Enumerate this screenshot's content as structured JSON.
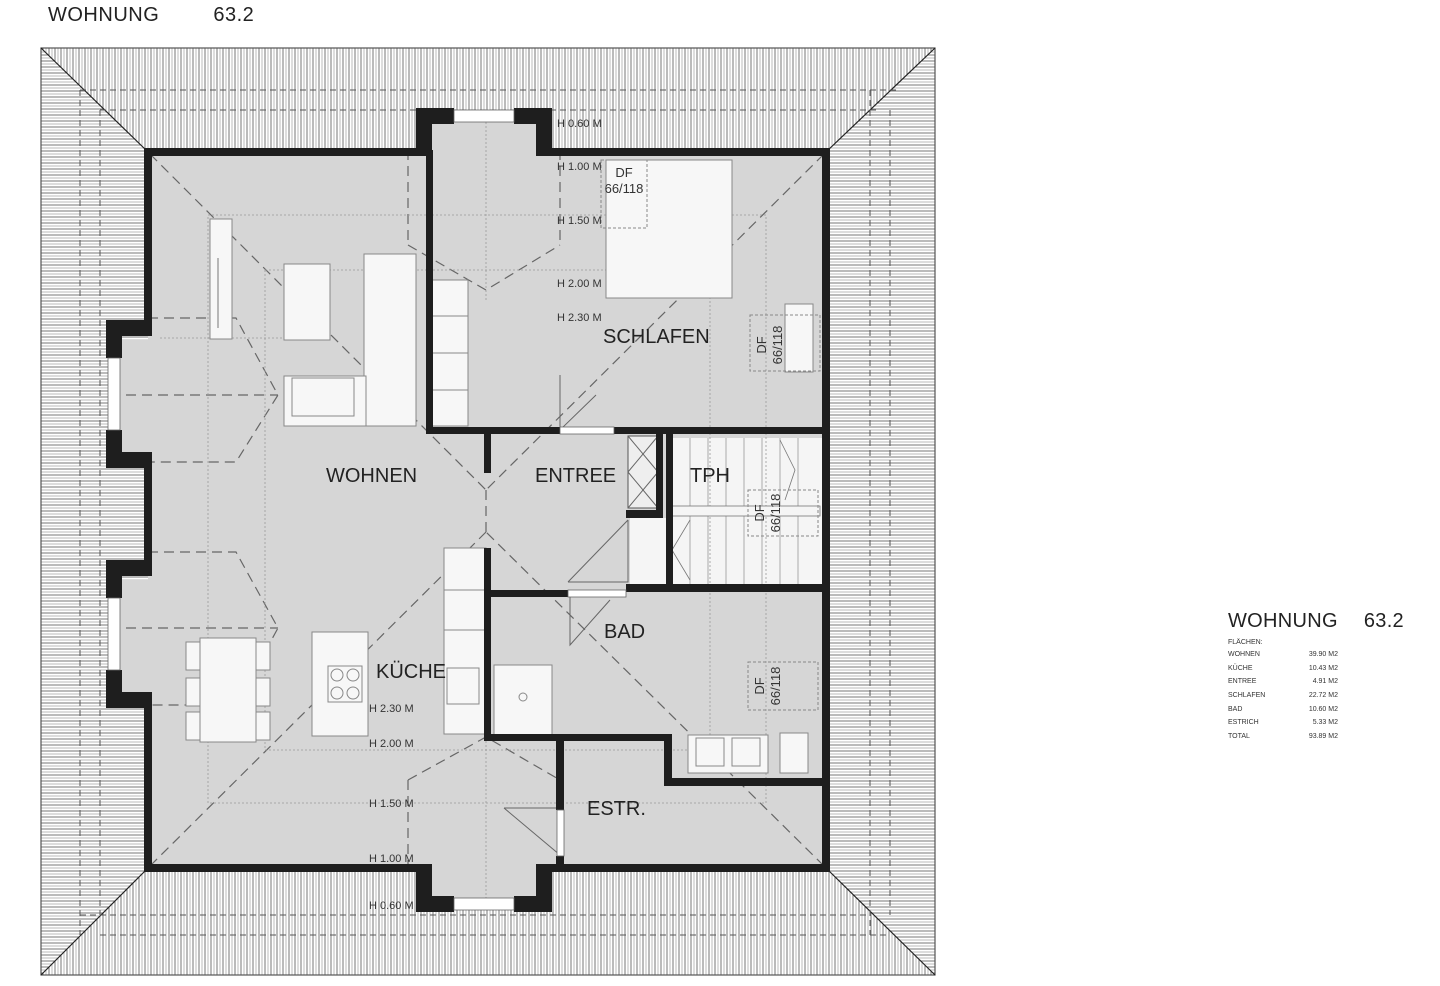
{
  "header": {
    "title": "WOHNUNG",
    "number": "63.2"
  },
  "rooms": {
    "wohnen": "WOHNEN",
    "kueche": "KÜCHE",
    "entree": "ENTREE",
    "schlafen": "SCHLAFEN",
    "tph": "TPH",
    "bad": "BAD",
    "estr": "ESTR."
  },
  "roof_window": {
    "label": "DF",
    "size": "66/118"
  },
  "height_marks": {
    "top": [
      "H 0.60 M",
      "H 1.00 M",
      "H 1.50 M",
      "H 2.00 M",
      "H 2.30 M"
    ],
    "bottom": [
      "H 2.30 M",
      "H 2.00 M",
      "H 1.50 M",
      "H 1.00 M",
      "H 0.60 M"
    ]
  },
  "legend": {
    "title": "WOHNUNG",
    "number": "63.2",
    "subtitle": "FLÄCHEN:",
    "rows": [
      {
        "label": "WOHNEN",
        "value": "39.90 M2"
      },
      {
        "label": "KÜCHE",
        "value": "10.43 M2"
      },
      {
        "label": "ENTREE",
        "value": "4.91 M2"
      },
      {
        "label": "SCHLAFEN",
        "value": "22.72 M2"
      },
      {
        "label": "BAD",
        "value": "10.60 M2"
      },
      {
        "label": "ESTRICH",
        "value": "5.33 M2"
      },
      {
        "label": "TOTAL",
        "value": "93.89 M2"
      }
    ]
  },
  "colors": {
    "floor": "#d6d6d6",
    "wall": "#1e1e1e",
    "roof_line": "#8a8a8a",
    "furniture": "#f7f7f7"
  }
}
